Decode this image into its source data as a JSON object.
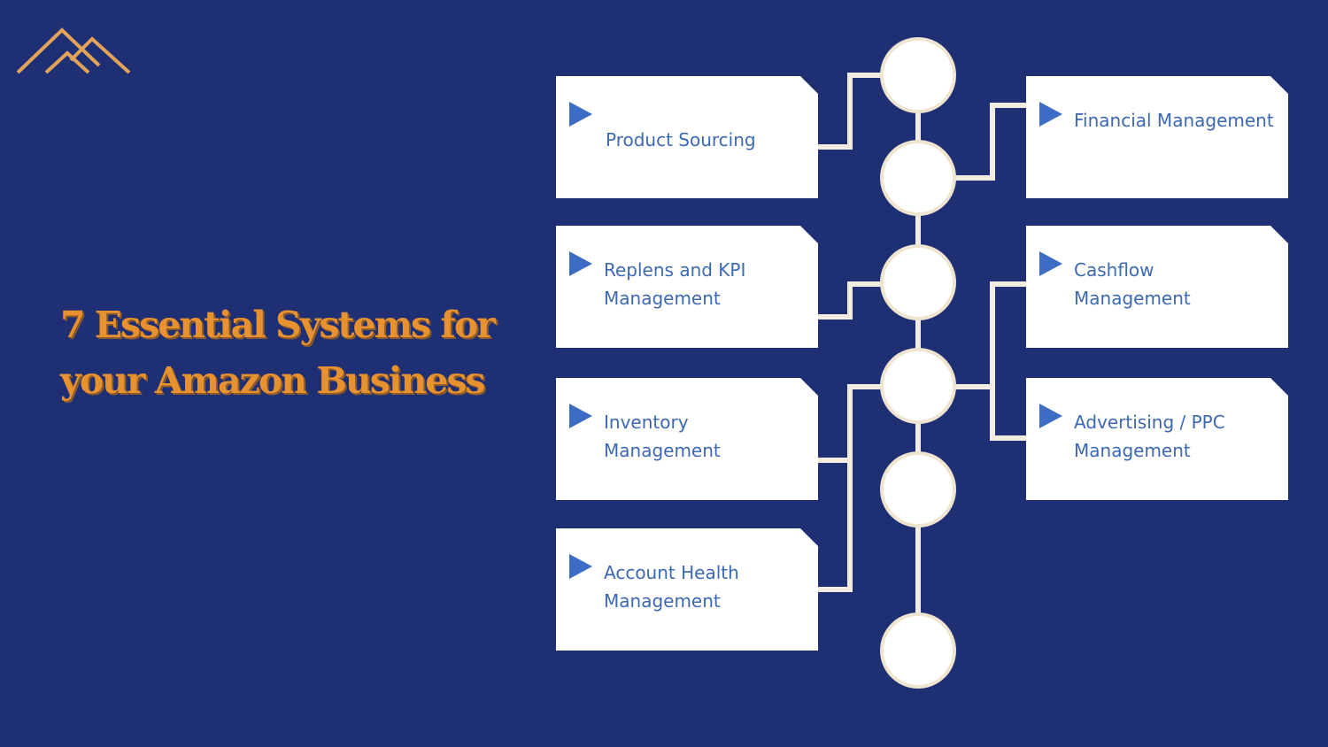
{
  "title": {
    "line1": "7 Essential Systems for",
    "line2": "your Amazon Business"
  },
  "logo": {
    "icon": "mountain-peaks-icon",
    "color": "#e8a050"
  },
  "colors": {
    "background": "#1f2f73",
    "title": "#e8912f",
    "card": "#ffffff",
    "card_text": "#3d68b4",
    "arrow": "#3d6cc4",
    "connector": "#f3ece0"
  },
  "systems_left": [
    {
      "label": "Product Sourcing",
      "icon": "play-triangle-icon"
    },
    {
      "label": "Replens and KPI Management",
      "icon": "play-triangle-icon"
    },
    {
      "label": "Inventory Management",
      "icon": "play-triangle-icon"
    },
    {
      "label": "Account Health Management",
      "icon": "play-triangle-icon"
    }
  ],
  "systems_right": [
    {
      "label": "Financial Management",
      "icon": "play-triangle-icon"
    },
    {
      "label": "Cashflow Management",
      "icon": "play-triangle-icon"
    },
    {
      "label": "Advertising / PPC Management",
      "icon": "play-triangle-icon"
    }
  ],
  "nodes_count": 6
}
